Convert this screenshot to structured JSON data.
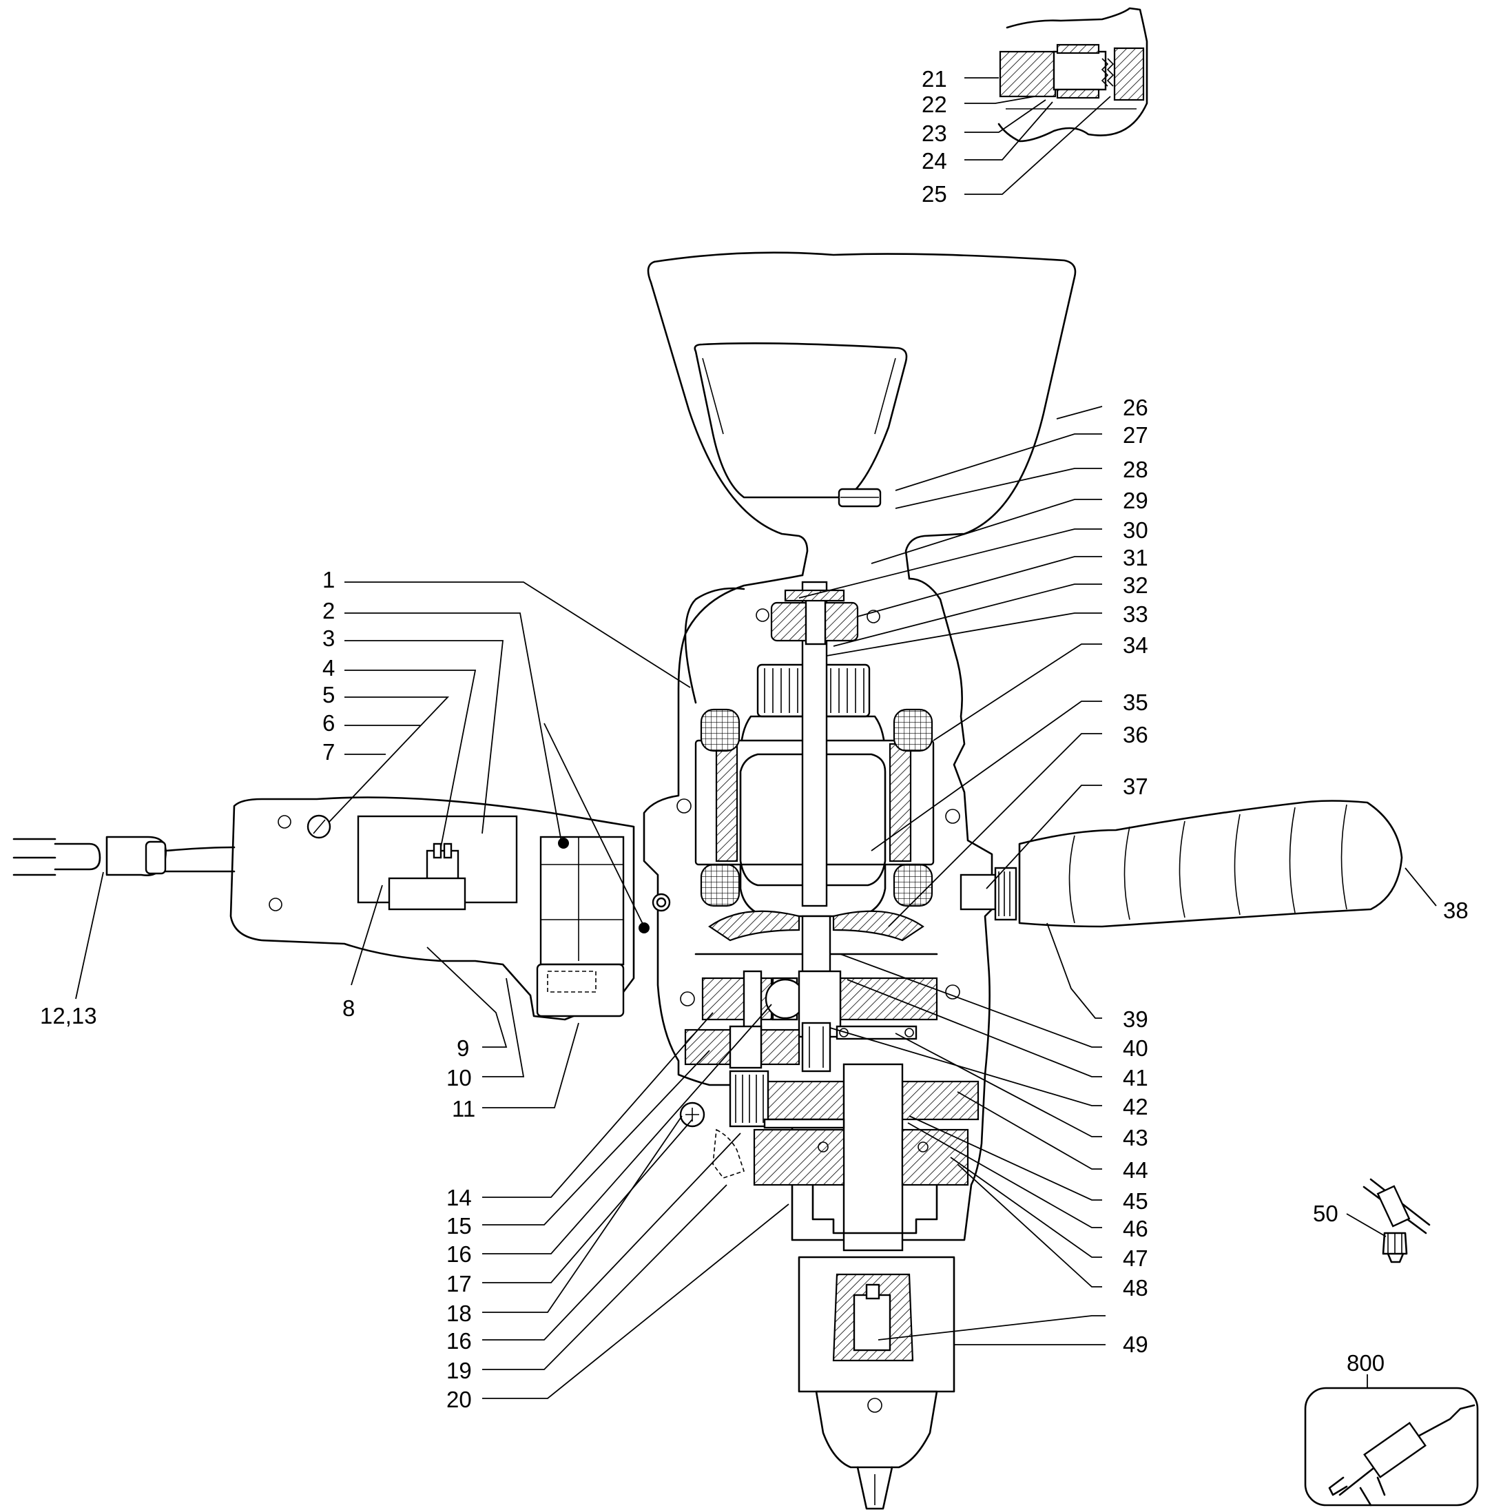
{
  "title": "",
  "callouts": [
    {
      "id": "c1",
      "label": "1"
    },
    {
      "id": "c2",
      "label": "2"
    },
    {
      "id": "c3",
      "label": "3"
    },
    {
      "id": "c4",
      "label": "4"
    },
    {
      "id": "c5",
      "label": "5"
    },
    {
      "id": "c6",
      "label": "6"
    },
    {
      "id": "c7",
      "label": "7"
    },
    {
      "id": "c8",
      "label": "8"
    },
    {
      "id": "c9",
      "label": "9"
    },
    {
      "id": "c10",
      "label": "10"
    },
    {
      "id": "c11",
      "label": "11"
    },
    {
      "id": "c12_13",
      "label": "12,13"
    },
    {
      "id": "c14",
      "label": "14"
    },
    {
      "id": "c15",
      "label": "15"
    },
    {
      "id": "c16a",
      "label": "16"
    },
    {
      "id": "c17",
      "label": "17"
    },
    {
      "id": "c18",
      "label": "18"
    },
    {
      "id": "c16b",
      "label": "16"
    },
    {
      "id": "c19",
      "label": "19"
    },
    {
      "id": "c20",
      "label": "20"
    },
    {
      "id": "c21",
      "label": "21"
    },
    {
      "id": "c22",
      "label": "22"
    },
    {
      "id": "c23",
      "label": "23"
    },
    {
      "id": "c24",
      "label": "24"
    },
    {
      "id": "c25",
      "label": "25"
    },
    {
      "id": "c26",
      "label": "26"
    },
    {
      "id": "c27",
      "label": "27"
    },
    {
      "id": "c28",
      "label": "28"
    },
    {
      "id": "c29",
      "label": "29"
    },
    {
      "id": "c30",
      "label": "30"
    },
    {
      "id": "c31",
      "label": "31"
    },
    {
      "id": "c32",
      "label": "32"
    },
    {
      "id": "c33",
      "label": "33"
    },
    {
      "id": "c34",
      "label": "34"
    },
    {
      "id": "c35",
      "label": "35"
    },
    {
      "id": "c36",
      "label": "36"
    },
    {
      "id": "c37",
      "label": "37"
    },
    {
      "id": "c38",
      "label": "38"
    },
    {
      "id": "c39",
      "label": "39"
    },
    {
      "id": "c40",
      "label": "40"
    },
    {
      "id": "c41",
      "label": "41"
    },
    {
      "id": "c42",
      "label": "42"
    },
    {
      "id": "c43",
      "label": "43"
    },
    {
      "id": "c44",
      "label": "44"
    },
    {
      "id": "c45",
      "label": "45"
    },
    {
      "id": "c46",
      "label": "46"
    },
    {
      "id": "c47",
      "label": "47"
    },
    {
      "id": "c48",
      "label": "48"
    },
    {
      "id": "c49",
      "label": "49"
    },
    {
      "id": "c50",
      "label": "50"
    },
    {
      "id": "c800",
      "label": "800"
    }
  ]
}
